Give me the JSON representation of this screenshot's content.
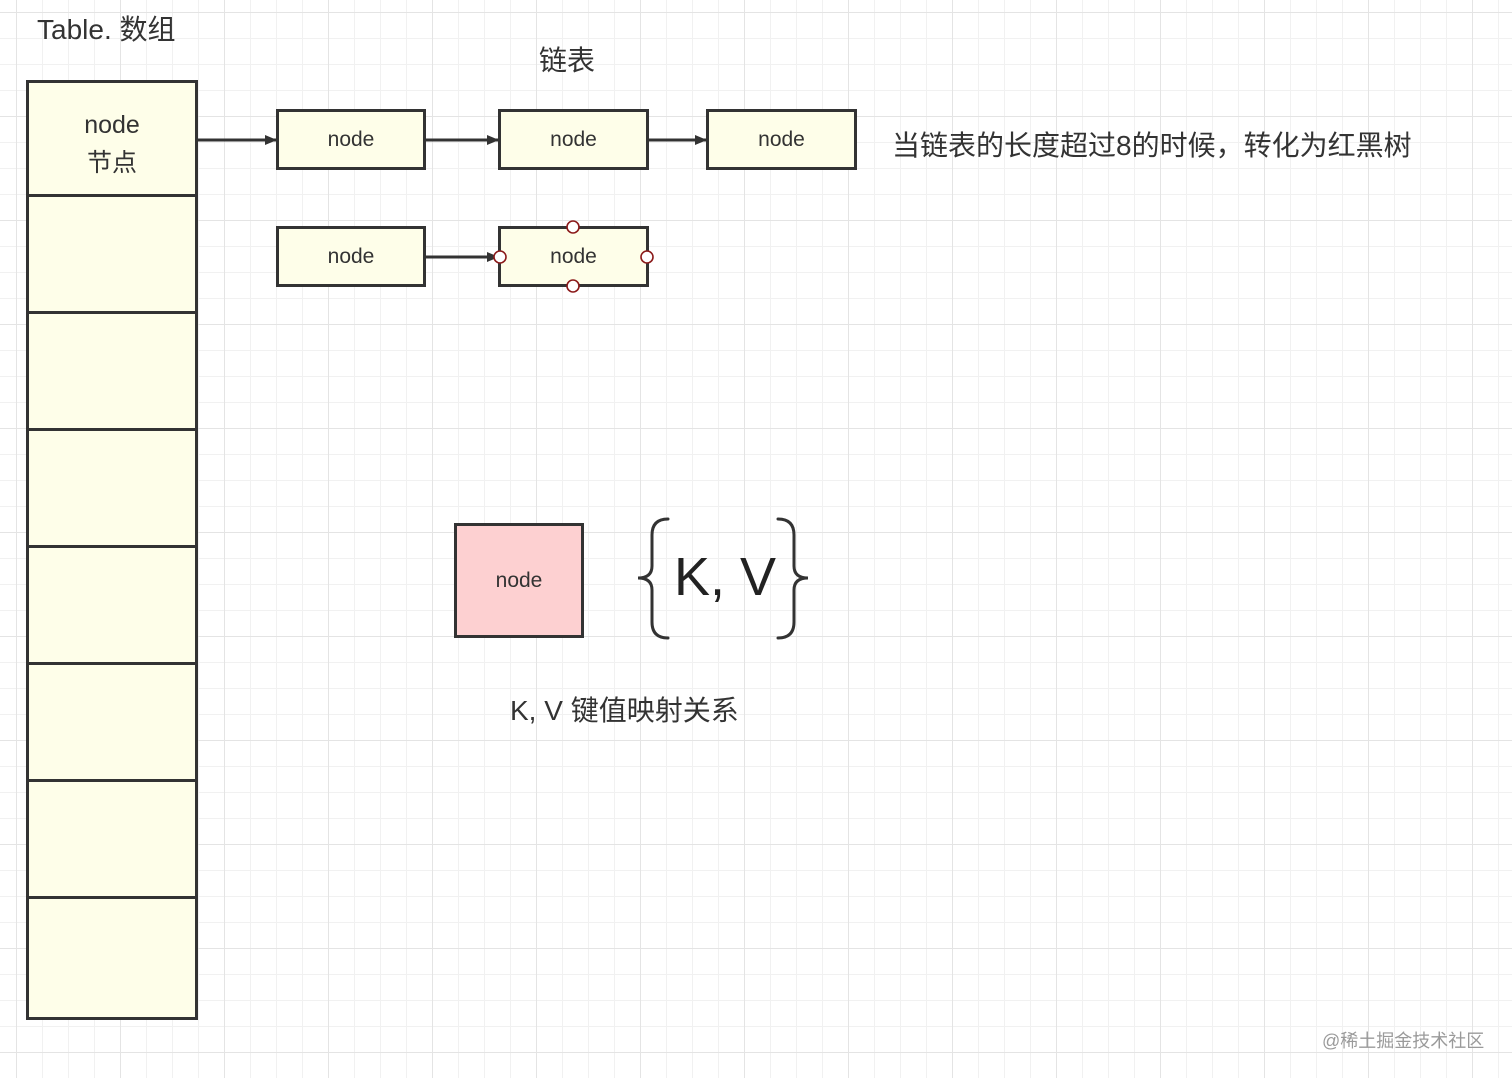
{
  "labels": {
    "table_title": "Table. 数组",
    "list_title": "链表",
    "tree_note": "当链表的长度超过8的时候，转化为红黑树",
    "kv_caption": "K, V 键值映射关系",
    "watermark": "@稀土掘金技术社区"
  },
  "table": {
    "first_cell": {
      "line1": "node",
      "line2": "节点"
    },
    "empty_cell_count": 7
  },
  "list_row1": [
    "node",
    "node",
    "node"
  ],
  "list_row2": [
    "node",
    "node"
  ],
  "kv": {
    "node_label": "node",
    "pair_text": "K, V"
  },
  "colors": {
    "node_fill": "#fefee9",
    "kv_node_fill": "#fdd0d1",
    "stroke": "#333333",
    "selection_handle": "#8b1a1a"
  }
}
